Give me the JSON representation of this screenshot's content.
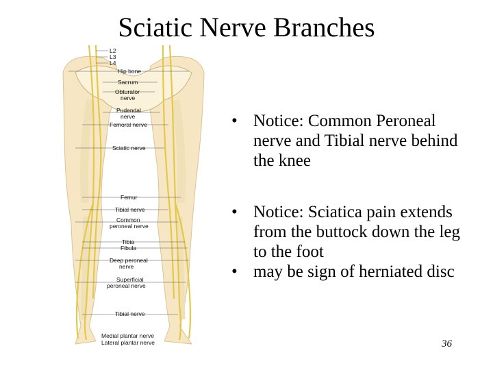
{
  "slide": {
    "title": "Sciatic Nerve Branches",
    "page_number": "36"
  },
  "figure": {
    "labels": [
      "L2",
      "L3",
      "L4",
      "Hip bone",
      "Sacrum",
      "Obturator",
      "nerve",
      "Pudendal",
      "nerve",
      "Femoral nerve",
      "Sciatic nerve",
      "Femur",
      "Tibial nerve",
      "Common",
      "peroneal nerve",
      "Tibia",
      "Fibula",
      "Deep peroneal",
      "nerve",
      "Superficial",
      "peroneal nerve",
      "Tibial nerve",
      "Medial plantar nerve",
      "Lateral plantar nerve"
    ]
  },
  "bullets": [
    {
      "marker": "•",
      "text": "Notice: Common Peroneal nerve and Tibial nerve behind the knee"
    },
    {
      "marker": "•",
      "text": "Notice: Sciatica pain extends from the buttock down the leg to the foot"
    },
    {
      "marker": "•",
      "text": "may be sign of herniated disc"
    }
  ]
}
